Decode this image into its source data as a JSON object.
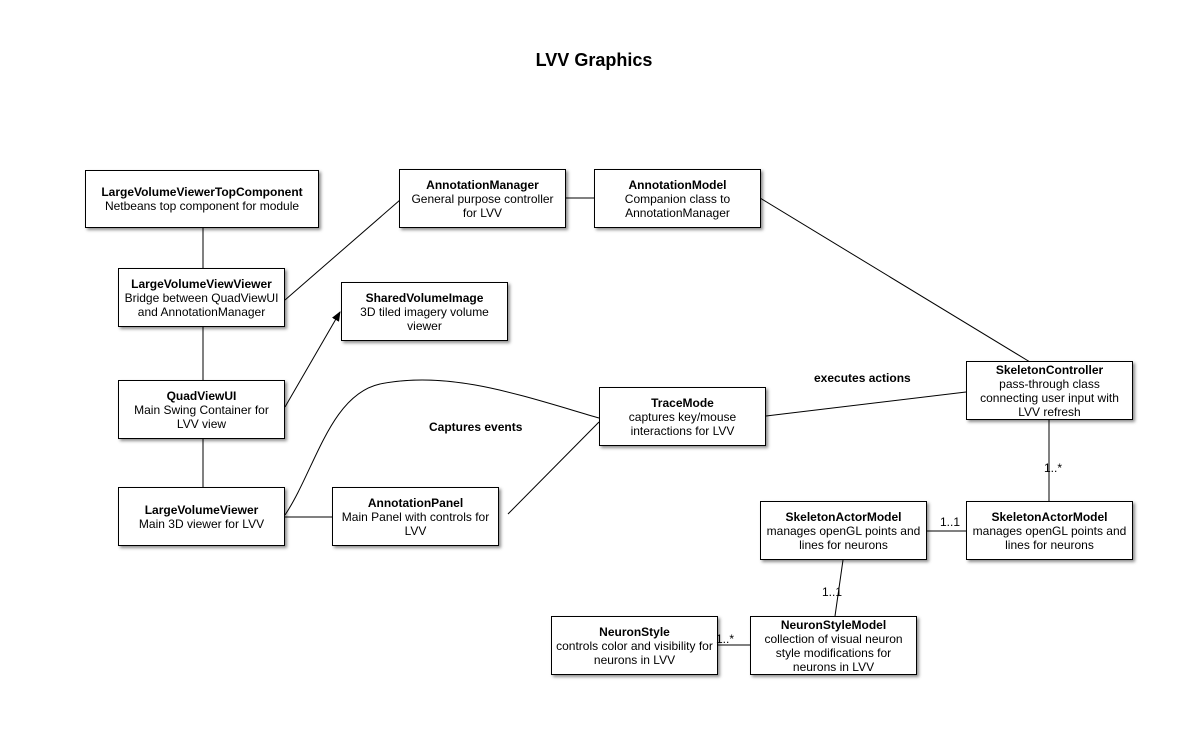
{
  "title": "LVV Graphics",
  "boxes": {
    "top_component": {
      "name": "LargeVolumeViewerTopComponent",
      "desc": "Netbeans top component for module"
    },
    "view_viewer": {
      "name": "LargeVolumeViewViewer",
      "desc": "Bridge between QuadViewUI and AnnotationManager"
    },
    "quad_view_ui": {
      "name": "QuadViewUI",
      "desc": "Main Swing Container for LVV view"
    },
    "lvv": {
      "name": "LargeVolumeViewer",
      "desc": "Main 3D viewer for LVV"
    },
    "annotation_manager": {
      "name": "AnnotationManager",
      "desc": "General purpose controller for LVV"
    },
    "annotation_model": {
      "name": "AnnotationModel",
      "desc": "Companion class to AnnotationManager"
    },
    "shared_volume_image": {
      "name": "SharedVolumeImage",
      "desc": "3D tiled imagery volume viewer"
    },
    "annotation_panel": {
      "name": "AnnotationPanel",
      "desc": "Main Panel with controls for LVV"
    },
    "trace_mode": {
      "name": "TraceMode",
      "desc": "captures key/mouse interactions for LVV"
    },
    "skeleton_controller": {
      "name": "SkeletonController",
      "desc": "pass-through class connecting user input with LVV refresh"
    },
    "skeleton_actor_model_right": {
      "name": "SkeletonActorModel",
      "desc": "manages openGL points and lines for neurons"
    },
    "skeleton_actor_model_left": {
      "name": "SkeletonActorModel",
      "desc": "manages openGL points and lines for neurons"
    },
    "neuron_style_model": {
      "name": "NeuronStyleModel",
      "desc": "collection of visual neuron style modifications for neurons in LVV"
    },
    "neuron_style": {
      "name": "NeuronStyle",
      "desc": "controls color and visibility for neurons in LVV"
    }
  },
  "labels": {
    "captures_events": "Captures events",
    "executes_actions": "executes actions",
    "mult_controller_actor": "1..*",
    "mult_actor_actor": "1..1",
    "mult_actor_style": "1..1",
    "mult_style_neuron": "1..*"
  }
}
